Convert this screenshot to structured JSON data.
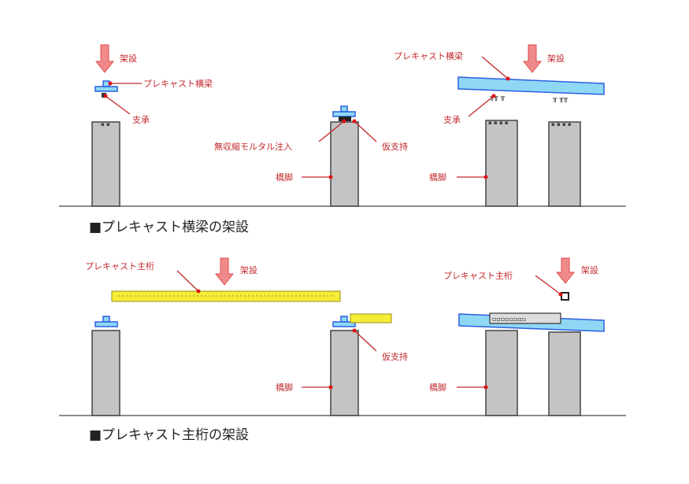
{
  "top_panel": {
    "caption": "■プレキャスト横梁の架設",
    "left": {
      "erect": "架設",
      "beam": "プレキャスト横梁",
      "bearing": "支承"
    },
    "middle": {
      "mortar": "無収縮モルタル注入",
      "temp_support": "仮支持",
      "pier": "橋脚"
    },
    "right": {
      "beam": "プレキャスト横梁",
      "erect": "架設",
      "bearing": "支承",
      "pier": "橋脚"
    }
  },
  "bottom_panel": {
    "caption": "■プレキャスト主桁の架設",
    "left": {
      "girder": "プレキャスト主桁",
      "erect": "架設"
    },
    "middle": {
      "temp_support": "仮支持",
      "pier": "橋脚"
    },
    "right": {
      "girder": "プレキャスト主桁",
      "erect": "架設",
      "pier": "橋脚"
    }
  },
  "colors": {
    "label": "#c0282d",
    "beam": "#8fd8f5",
    "girder": "#f5ec3a",
    "pier": "#c4c4c4"
  }
}
